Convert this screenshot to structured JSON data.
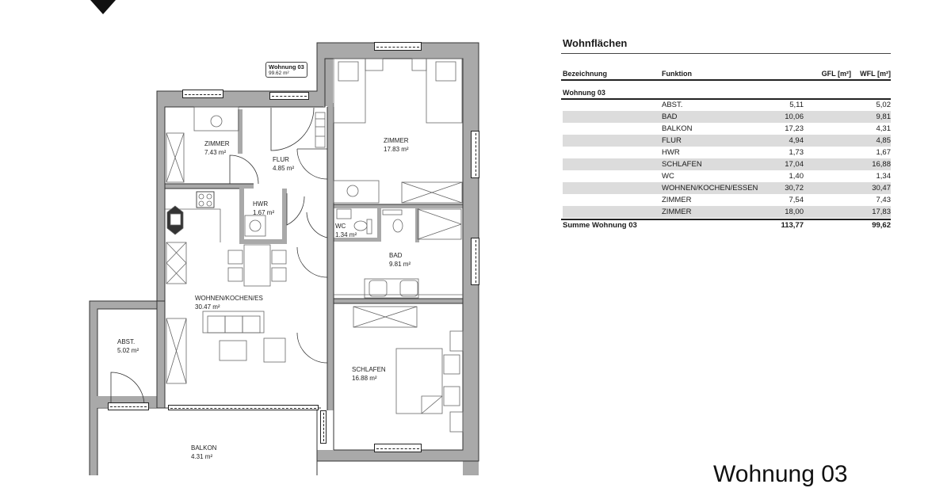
{
  "document": {
    "title_bottom": "Wohnung 03",
    "north_arrow_icon": "north-arrow-icon"
  },
  "plan": {
    "badge": {
      "name": "Wohnung 03",
      "area": "99.62 m²"
    },
    "rooms": [
      {
        "name": "ZIMMER",
        "area": "7.43 m²"
      },
      {
        "name": "FLUR",
        "area": "4.85 m²"
      },
      {
        "name": "ZIMMER",
        "area": "17.83 m²"
      },
      {
        "name": "HWR",
        "area": "1.67 m²"
      },
      {
        "name": "WC",
        "area": "1.34 m²"
      },
      {
        "name": "BAD",
        "area": "9.81 m²"
      },
      {
        "name": "WOHNEN/KOCHEN/ES",
        "area": "30.47 m²"
      },
      {
        "name": "ABST.",
        "area": "5.02 m²"
      },
      {
        "name": "SCHLAFEN",
        "area": "16.88 m²"
      },
      {
        "name": "BALKON",
        "area": "4.31 m²"
      }
    ]
  },
  "table": {
    "title": "Wohnflächen",
    "headers": {
      "bezeichnung": "Bezeichnung",
      "funktion": "Funktion",
      "gfl": "GFL [m²]",
      "wfl": "WFL [m²]"
    },
    "group": "Wohnung 03",
    "rows": [
      {
        "funktion": "ABST.",
        "gfl": "5,11",
        "wfl": "5,02"
      },
      {
        "funktion": "BAD",
        "gfl": "10,06",
        "wfl": "9,81"
      },
      {
        "funktion": "BALKON",
        "gfl": "17,23",
        "wfl": "4,31"
      },
      {
        "funktion": "FLUR",
        "gfl": "4,94",
        "wfl": "4,85"
      },
      {
        "funktion": "HWR",
        "gfl": "1,73",
        "wfl": "1,67"
      },
      {
        "funktion": "SCHLAFEN",
        "gfl": "17,04",
        "wfl": "16,88"
      },
      {
        "funktion": "WC",
        "gfl": "1,40",
        "wfl": "1,34"
      },
      {
        "funktion": "WOHNEN/KOCHEN/ESSEN",
        "gfl": "30,72",
        "wfl": "30,47"
      },
      {
        "funktion": "ZIMMER",
        "gfl": "7,54",
        "wfl": "7,43"
      },
      {
        "funktion": "ZIMMER",
        "gfl": "18,00",
        "wfl": "17,83"
      }
    ],
    "sum": {
      "label": "Summe Wohnung 03",
      "gfl": "113,77",
      "wfl": "99,62"
    }
  }
}
